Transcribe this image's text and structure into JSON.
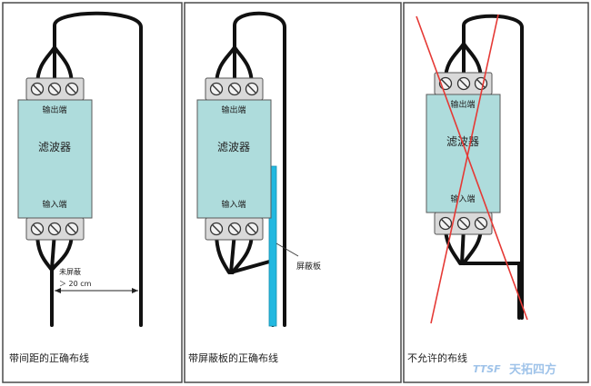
{
  "panels": [
    {
      "caption": "带间距的正确布线",
      "filter_label": "滤波器",
      "output_label": "输出端",
      "input_label": "输入端",
      "dimension_label": "未屏蔽",
      "dimension_value": "＞ 20 cm"
    },
    {
      "caption": "带屏蔽板的正确布线",
      "filter_label": "滤波器",
      "output_label": "输出端",
      "input_label": "输入端",
      "shield_label": "屏蔽板"
    },
    {
      "caption": "不允许的布线",
      "filter_label": "滤波器",
      "output_label": "输出端",
      "input_label": "输入端"
    }
  ],
  "watermark": {
    "latin": "TTSF",
    "text": "天拓四方"
  },
  "colors": {
    "filter_body": "#aedcdc",
    "terminal_block": "#d9d9d9",
    "wire": "#111111",
    "shield_plate": "#22b8e0",
    "cross_out": "#e53935",
    "watermark": "#8fb9e6"
  }
}
